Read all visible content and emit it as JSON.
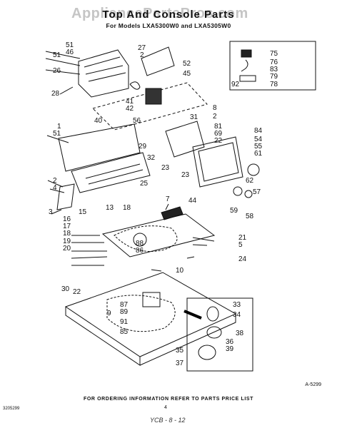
{
  "header": {
    "watermark": "AppliancePartsPros.com",
    "title": "Top And Console Parts",
    "subtitle": "For Models LXA5300W0 and LXA5305W0"
  },
  "callouts": [
    "51",
    "46",
    "27",
    "2",
    "51",
    "26",
    "52",
    "45",
    "28",
    "41",
    "42",
    "56",
    "40",
    "31",
    "8",
    "2",
    "81",
    "69",
    "22",
    "84",
    "54",
    "55",
    "61",
    "29",
    "32",
    "23",
    "23",
    "62",
    "57",
    "44",
    "59",
    "58",
    "51",
    "1",
    "2",
    "4",
    "3",
    "25",
    "7",
    "13",
    "18",
    "15",
    "16",
    "17",
    "18",
    "19",
    "20",
    "88",
    "86",
    "21",
    "5",
    "24",
    "10",
    "30",
    "22",
    "87",
    "89",
    "91",
    "85",
    "9",
    "33",
    "34",
    "38",
    "35",
    "36",
    "39",
    "37",
    "75",
    "76",
    "83",
    "79",
    "78",
    "92"
  ],
  "footer": {
    "ordering_note": "FOR ORDERING INFORMATION REFER TO PARTS PRICE LIST",
    "figure_code": "A-5299",
    "part_code": "3205299",
    "page_number": "4",
    "handwritten": "YCB - 8 - 12"
  }
}
